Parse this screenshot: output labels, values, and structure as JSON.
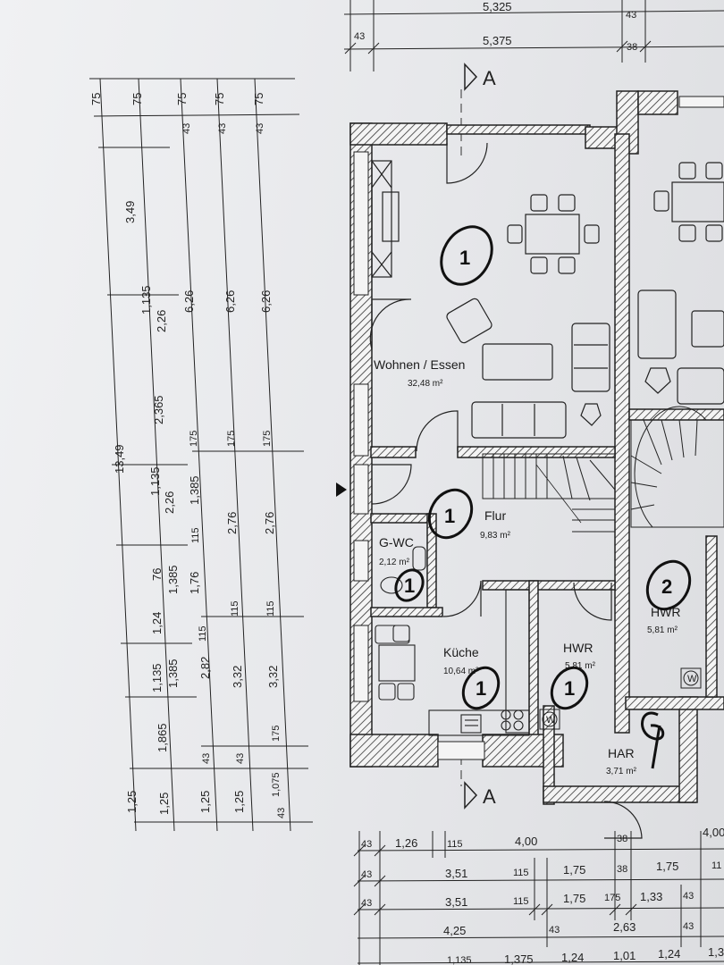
{
  "rooms": {
    "wohnen": {
      "name": "Wohnen / Essen",
      "area": "32,48 m²"
    },
    "flur": {
      "name": "Flur",
      "area": "9,83 m²"
    },
    "gwc": {
      "name": "G-WC",
      "area": "2,12 m²"
    },
    "kueche": {
      "name": "Küche",
      "area": "10,64 m²"
    },
    "hwr1": {
      "name": "HWR",
      "area": "5,81 m²"
    },
    "hwr2": {
      "name": "HWR",
      "area": "5,81 m²"
    },
    "har": {
      "name": "HAR",
      "area": "3,71 m²"
    }
  },
  "section_marker": "A",
  "handwritten": {
    "n1": "1",
    "n2": "2",
    "n9": "9"
  },
  "top_dims": {
    "a": "5,325",
    "b": "5,375",
    "c": "43",
    "d": "43",
    "e": "38"
  },
  "left_dims": {
    "total": "13,49",
    "c1": [
      "75",
      "3,49",
      "2,365",
      "1,865",
      "1,25"
    ],
    "c2": [
      "75",
      "1,135",
      "2,26",
      "1,135",
      "2,26",
      "76",
      "1,385",
      "1,24",
      "1,135",
      "1,385",
      "1,25"
    ],
    "c3": [
      "43",
      "75",
      "6,26",
      "175",
      "1,385",
      "115",
      "1,76",
      "115",
      "2,82",
      "43",
      "1,25"
    ],
    "c4": [
      "43",
      "75",
      "6,26",
      "175",
      "2,76",
      "115",
      "3,32",
      "43",
      "1,25"
    ],
    "c5": [
      "43",
      "75",
      "6,26",
      "175",
      "2,76",
      "115",
      "3,32",
      "175",
      "1,075",
      "43"
    ]
  },
  "bottom_dims": {
    "r1": [
      "43",
      "1,26",
      "115",
      "4,00",
      "38",
      "4,00"
    ],
    "r2": [
      "43",
      "3,51",
      "115",
      "1,75",
      "38",
      "1,75",
      "11"
    ],
    "r3": [
      "43",
      "3,51",
      "115",
      "1,75",
      "175",
      "1,33",
      "43"
    ],
    "r4": [
      "4,25",
      "43",
      "2,63",
      "43"
    ],
    "r5": [
      "1,135",
      "1,375",
      "1,24",
      "1,01",
      "1,24",
      "1,3"
    ]
  },
  "washer_label": "W"
}
